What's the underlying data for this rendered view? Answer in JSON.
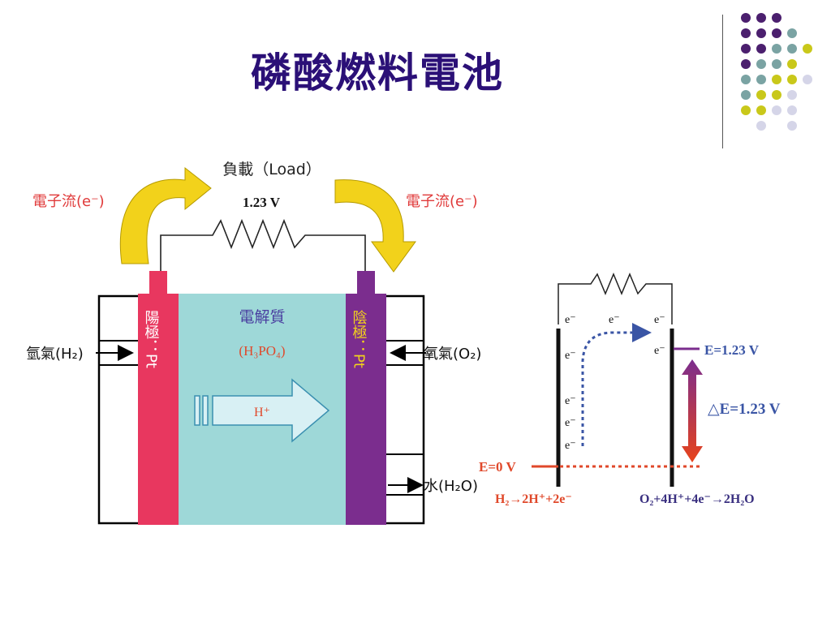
{
  "slide": {
    "title": "磷酸燃料電池"
  },
  "left_diagram": {
    "load_label": "負載（Load）",
    "voltage": "1.23 V",
    "electron_flow_left": "電子流(e⁻)",
    "electron_flow_right": "電子流(e⁻)",
    "anode_label": "陽極：Pt",
    "cathode_label": "陰極：Pt",
    "electrolyte_label": "電解質",
    "electrolyte_formula": "(H₃PO₄)",
    "ion_label": "H⁺",
    "hydrogen_input": "氫氣(H₂)",
    "oxygen_input": "氧氣(O₂)",
    "water_output": "水(H₂O)",
    "colors": {
      "anode": "#e8375f",
      "cathode": "#7b2d8e",
      "electrolyte": "#9ed8d8",
      "arrow": "#f2d21b"
    }
  },
  "right_diagram": {
    "electron_labels": [
      "e⁻",
      "e⁻",
      "e⁻",
      "e⁻",
      "e⁻",
      "e⁻",
      "e⁻",
      "e⁻"
    ],
    "level_high": "E=1.23 V",
    "level_low": "E=0 V",
    "delta_e": "△E=1.23 V",
    "anode_reaction": "H₂→2H⁺+2e⁻",
    "cathode_reaction": "O₂+4H⁺+4e⁻→2H₂O",
    "colors": {
      "red": "#e0482a",
      "purple": "#7b2d8e",
      "blue": "#3a55a5"
    }
  },
  "decoration": {
    "dot_colors": {
      "purple": "#4b1f6e",
      "teal": "#7aa3a3",
      "yellow": "#c9c81a",
      "lavender": "#d5d5e8"
    }
  }
}
